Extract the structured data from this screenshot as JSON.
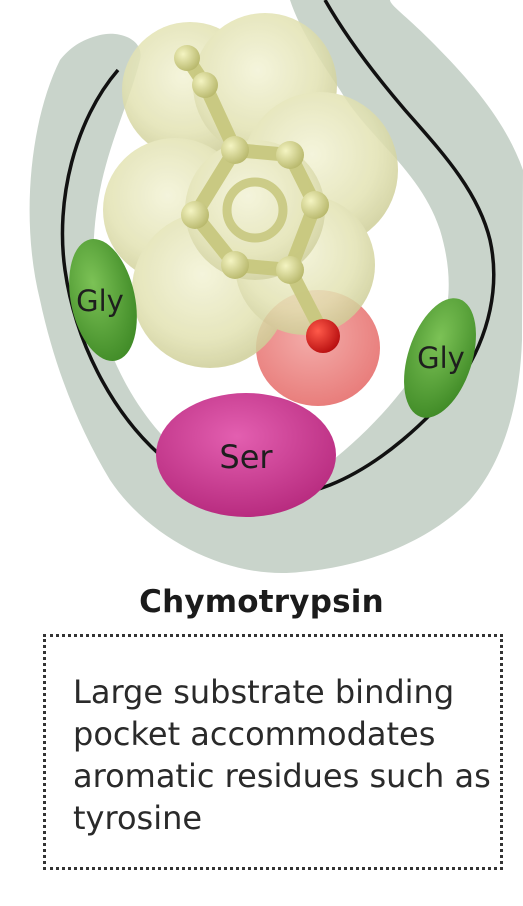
{
  "labels": {
    "left_residue": "Gly",
    "right_residue": "Gly",
    "bottom_residue": "Ser"
  },
  "title": "Chymotrypsin",
  "caption": "Large substrate binding pocket accommodates aromatic residues such as tyrosine",
  "colors": {
    "pocket": "#c9d4cb",
    "gly": "#5aa63a",
    "ser": "#cc3a93",
    "substrate": "#e4e4ad",
    "oxygen": "#e8403f"
  }
}
